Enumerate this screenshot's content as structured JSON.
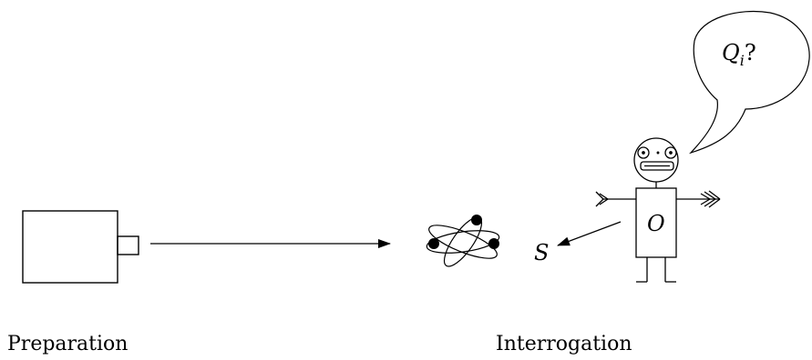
{
  "labels": {
    "preparation": "Preparation",
    "interrogation": "Interrogation"
  },
  "symbols": {
    "system": "S",
    "observer": "O",
    "question": "Q",
    "question_subscript": "i",
    "question_mark": "?"
  },
  "icons": [
    "preparation-device-icon",
    "atom-icon",
    "observer-figure-icon",
    "speech-bubble-icon"
  ]
}
